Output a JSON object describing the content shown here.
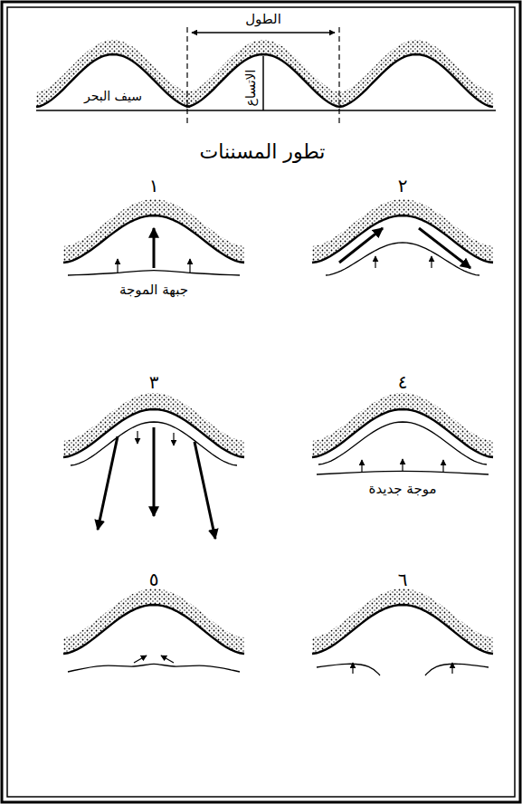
{
  "diagram": {
    "title": "تطور المسننات",
    "labels": [
      "الطول",
      "الاتساع",
      "سيف البحر",
      "١",
      "٢",
      "جبهة الموجة",
      "٣",
      "٤",
      "موجة جديدة",
      "٥",
      "٦"
    ]
  }
}
